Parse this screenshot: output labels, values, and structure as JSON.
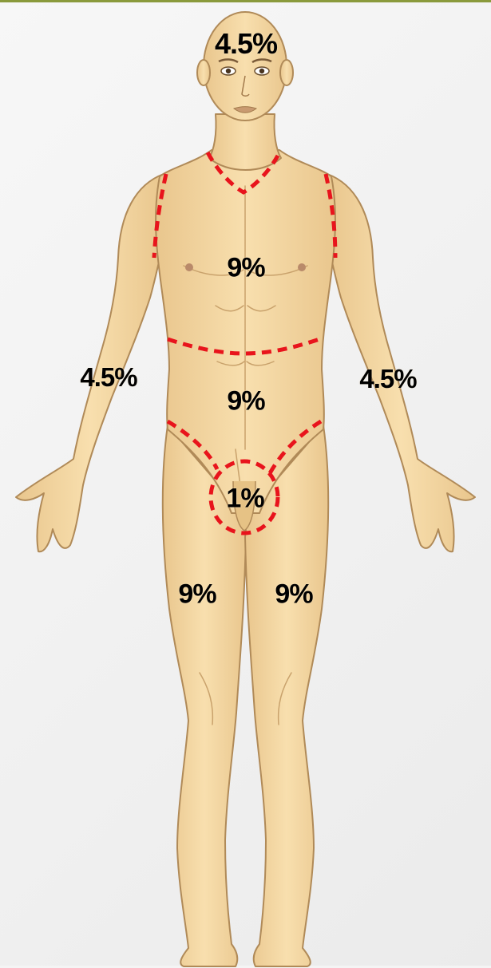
{
  "diagram": {
    "regions": [
      {
        "id": "head",
        "label": "4.5%"
      },
      {
        "id": "upper-torso",
        "label": "9%"
      },
      {
        "id": "lower-torso",
        "label": "9%"
      },
      {
        "id": "left-arm",
        "label": "4.5%"
      },
      {
        "id": "right-arm",
        "label": "4.5%"
      },
      {
        "id": "genitals",
        "label": "1%"
      },
      {
        "id": "left-leg",
        "label": "9%"
      },
      {
        "id": "right-leg",
        "label": "9%"
      }
    ],
    "colors": {
      "skin": "#f5d9a0",
      "skin_shadow": "#e6c285",
      "outline": "#b08a58",
      "boundary": "#e8141c",
      "frame_top": "#8a9a3c"
    }
  }
}
